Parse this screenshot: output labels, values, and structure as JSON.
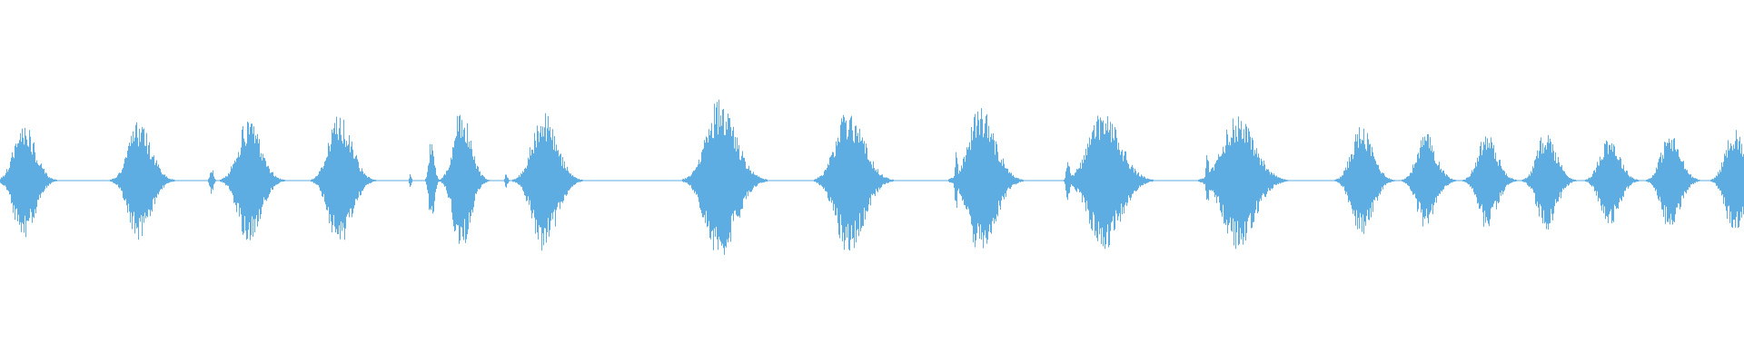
{
  "waveform": {
    "color": "#5dade2",
    "background": "#ffffff",
    "baseline_color": "#5dade2",
    "bursts": [
      {
        "center": 0.013,
        "width": 0.024,
        "amplitude": 0.33
      },
      {
        "center": 0.079,
        "width": 0.026,
        "amplitude": 0.33
      },
      {
        "center": 0.121,
        "width": 0.004,
        "amplitude": 0.08
      },
      {
        "center": 0.142,
        "width": 0.026,
        "amplitude": 0.35
      },
      {
        "center": 0.194,
        "width": 0.026,
        "amplitude": 0.38
      },
      {
        "center": 0.235,
        "width": 0.002,
        "amplitude": 0.05
      },
      {
        "center": 0.247,
        "width": 0.006,
        "amplitude": 0.25
      },
      {
        "center": 0.264,
        "width": 0.02,
        "amplitude": 0.4
      },
      {
        "center": 0.29,
        "width": 0.003,
        "amplitude": 0.04
      },
      {
        "center": 0.311,
        "width": 0.028,
        "amplitude": 0.39
      },
      {
        "center": 0.412,
        "width": 0.034,
        "amplitude": 0.46
      },
      {
        "center": 0.486,
        "width": 0.032,
        "amplitude": 0.41
      },
      {
        "center": 0.548,
        "width": 0.003,
        "amplitude": 0.18
      },
      {
        "center": 0.562,
        "width": 0.03,
        "amplitude": 0.42
      },
      {
        "center": 0.612,
        "width": 0.004,
        "amplitude": 0.12
      },
      {
        "center": 0.632,
        "width": 0.036,
        "amplitude": 0.39
      },
      {
        "center": 0.692,
        "width": 0.003,
        "amplitude": 0.18
      },
      {
        "center": 0.709,
        "width": 0.036,
        "amplitude": 0.38
      },
      {
        "center": 0.78,
        "width": 0.024,
        "amplitude": 0.31
      },
      {
        "center": 0.817,
        "width": 0.022,
        "amplitude": 0.27
      },
      {
        "center": 0.852,
        "width": 0.022,
        "amplitude": 0.27
      },
      {
        "center": 0.886,
        "width": 0.022,
        "amplitude": 0.28
      },
      {
        "center": 0.922,
        "width": 0.022,
        "amplitude": 0.26
      },
      {
        "center": 0.957,
        "width": 0.022,
        "amplitude": 0.27
      },
      {
        "center": 0.994,
        "width": 0.022,
        "amplitude": 0.3
      }
    ]
  }
}
